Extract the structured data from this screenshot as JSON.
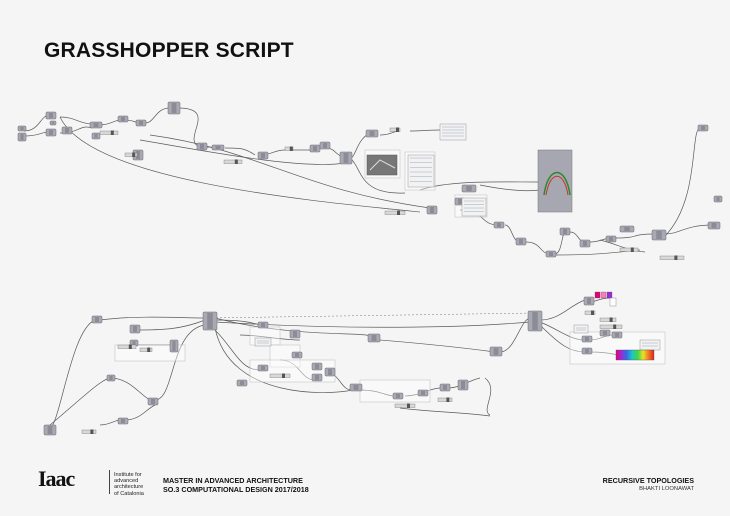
{
  "title": "GRASSHOPPER SCRIPT",
  "footer": {
    "logo": "Iaac",
    "institute_lines": [
      "Institute for",
      "advanced",
      "architecture",
      "of Catalonia"
    ],
    "program_line1": "MASTER IN ADVANCED ARCHITECTURE",
    "program_line2": "SO.3 COMPUTATIONAL DESIGN 2017/2018",
    "project_title": "RECURSIVE TOPOLOGIES",
    "author": "BHAKTI LOONAWAT"
  },
  "colors": {
    "node": "#a9a9b3",
    "node_border": "#6b6b75",
    "wire": "#555555",
    "panel": "#e8e8e8",
    "gradient": [
      "#e3007a",
      "#9b2bd6",
      "#2f6fe6",
      "#1fc7c7",
      "#3cd64a",
      "#e8e02a",
      "#f0781e",
      "#e32020"
    ]
  }
}
